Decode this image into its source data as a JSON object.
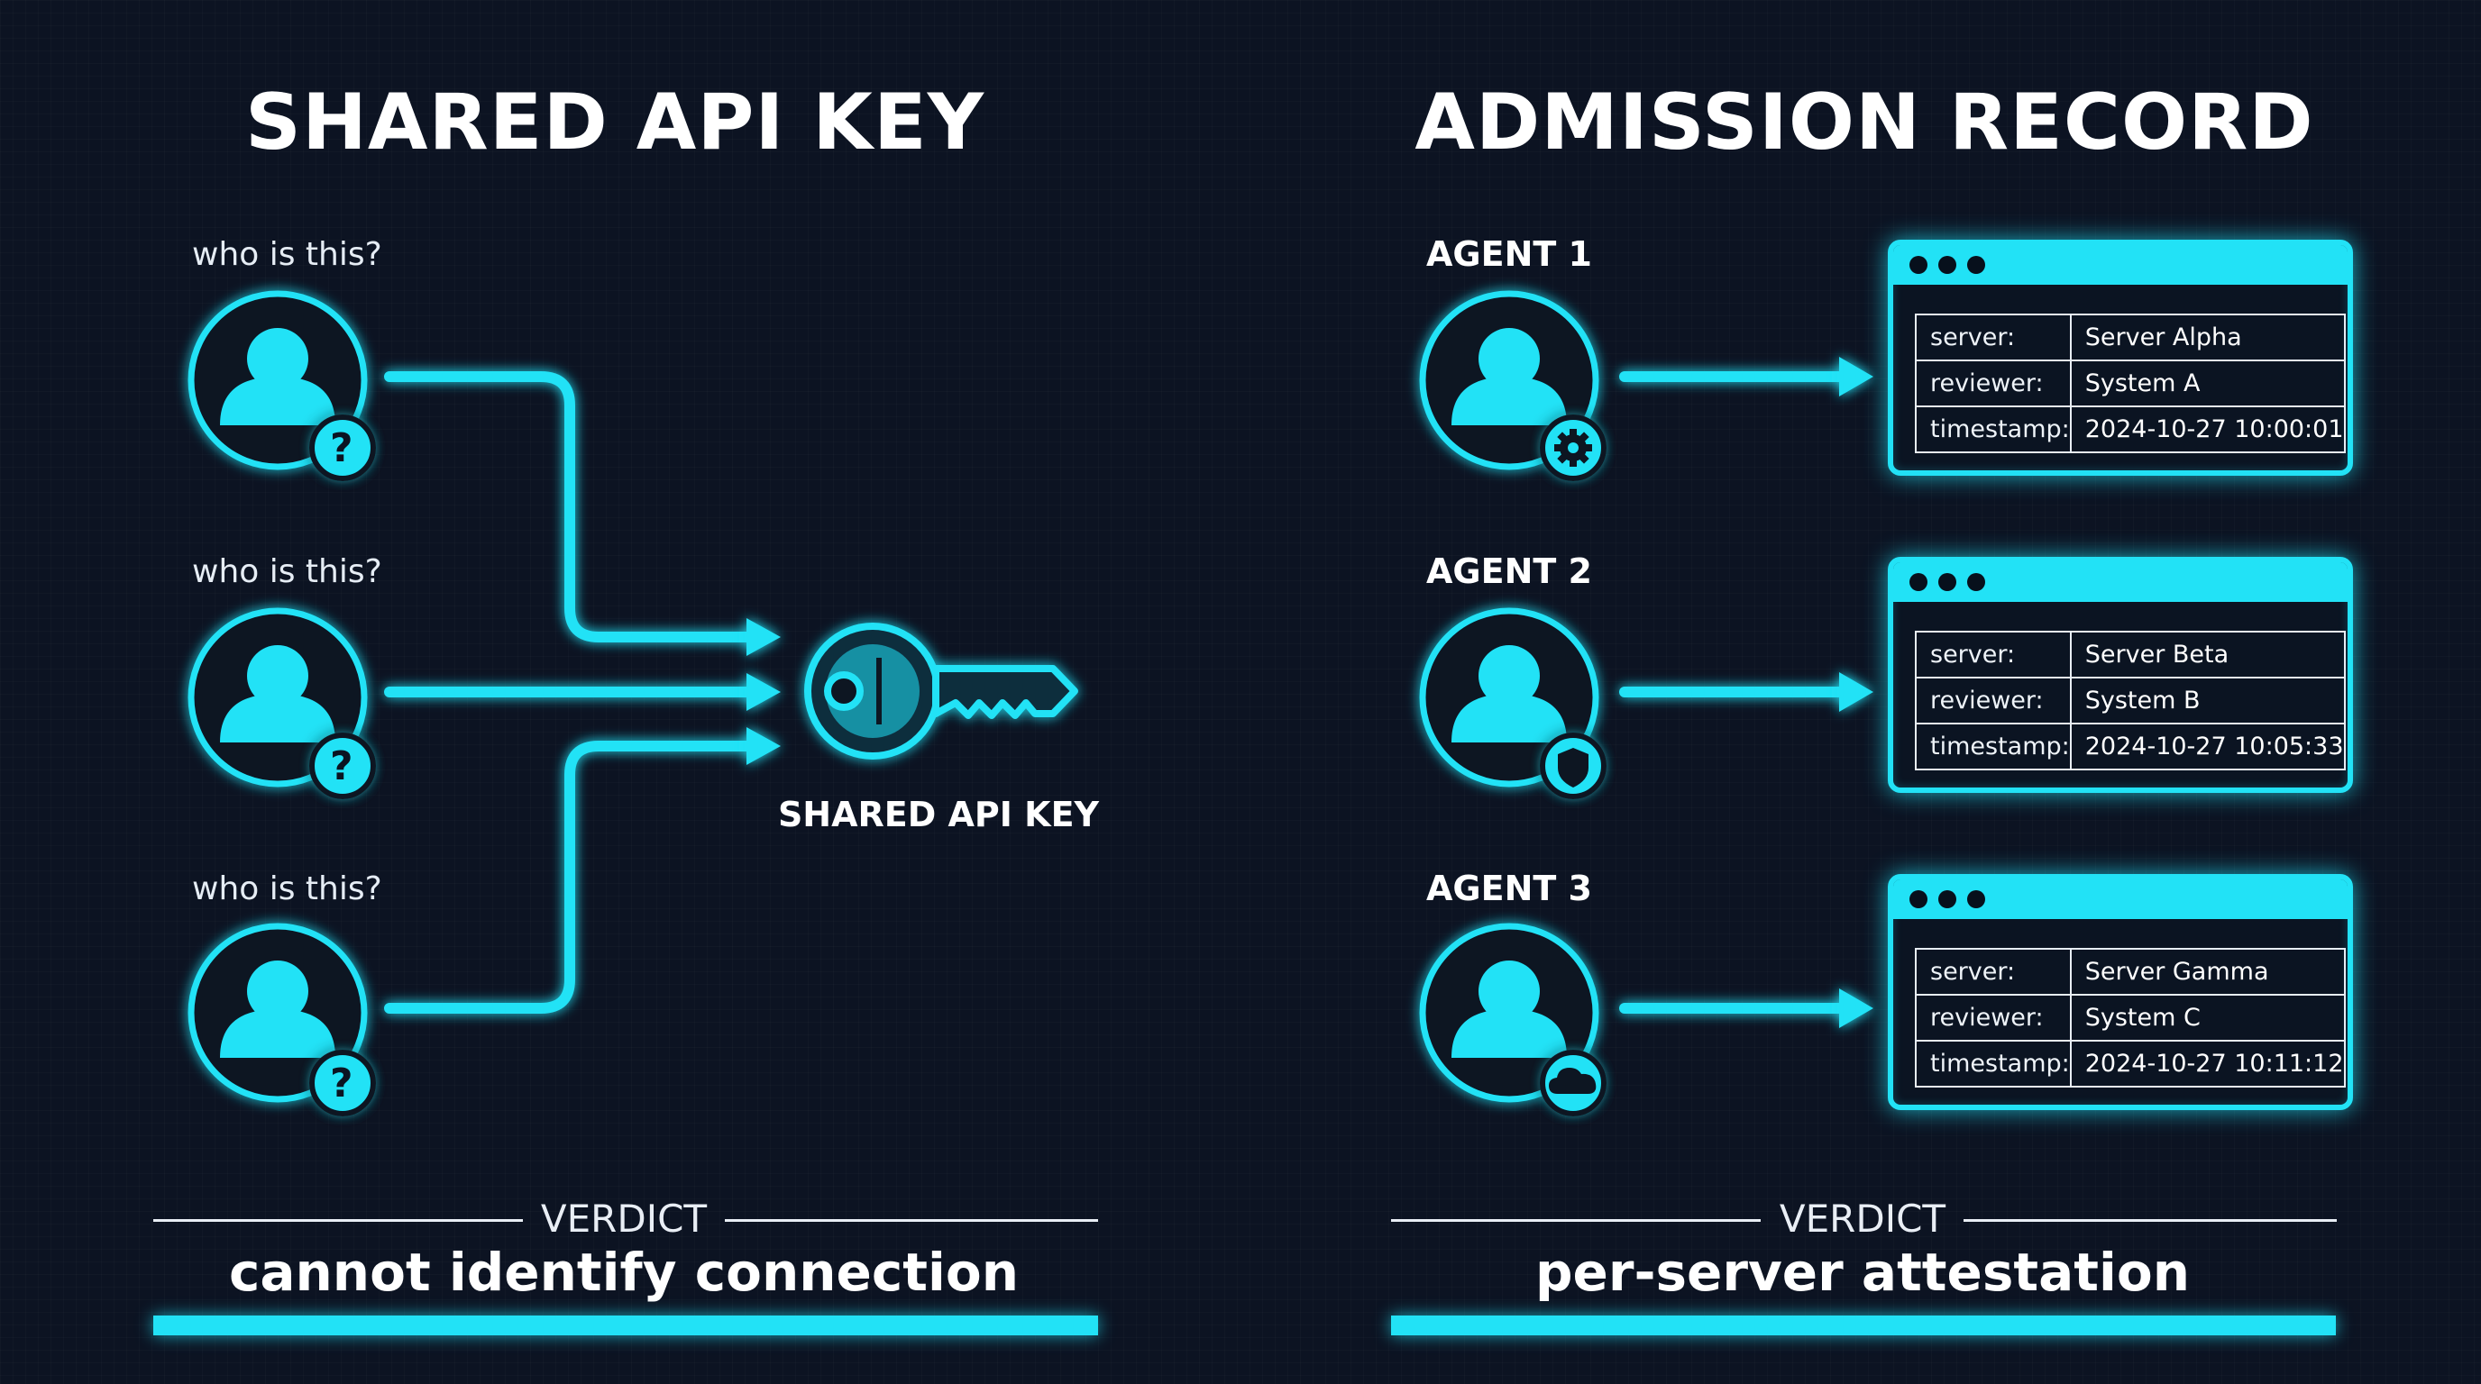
{
  "colors": {
    "accent": "#22e2f6",
    "background": "#0c1322",
    "text": "#ffffff"
  },
  "left": {
    "title": "SHARED API KEY",
    "users": [
      {
        "question": "who is this?",
        "badge": "?"
      },
      {
        "question": "who is this?",
        "badge": "?"
      },
      {
        "question": "who is this?",
        "badge": "?"
      }
    ],
    "key_label": "SHARED API KEY",
    "verdict_label": "VERDICT",
    "verdict": "cannot identify connection"
  },
  "right": {
    "title": "ADMISSION RECORD",
    "agents": [
      {
        "name": "AGENT 1",
        "badge_icon": "gear-icon",
        "record": {
          "server_key": "server:",
          "server": "Server Alpha",
          "reviewer_key": "reviewer:",
          "reviewer": "System A",
          "timestamp_key": "timestamp:",
          "timestamp": "2024-10-27 10:00:01"
        }
      },
      {
        "name": "AGENT 2",
        "badge_icon": "shield-icon",
        "record": {
          "server_key": "server:",
          "server": "Server Beta",
          "reviewer_key": "reviewer:",
          "reviewer": "System B",
          "timestamp_key": "timestamp:",
          "timestamp": "2024-10-27 10:05:33"
        }
      },
      {
        "name": "AGENT 3",
        "badge_icon": "cloud-icon",
        "record": {
          "server_key": "server:",
          "server": "Server Gamma",
          "reviewer_key": "reviewer:",
          "reviewer": "System C",
          "timestamp_key": "timestamp:",
          "timestamp": "2024-10-27 10:11:12"
        }
      }
    ],
    "verdict_label": "VERDICT",
    "verdict": "per-server attestation"
  }
}
